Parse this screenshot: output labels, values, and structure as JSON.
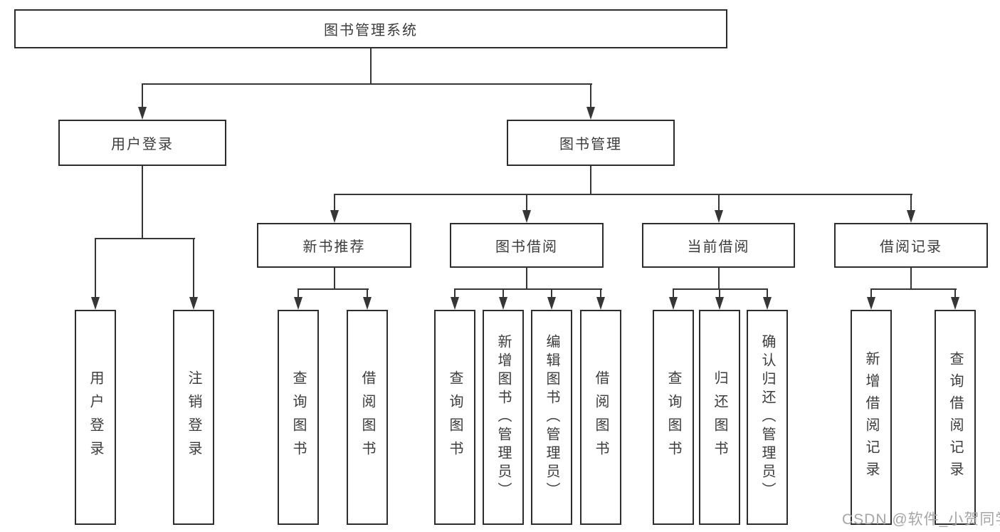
{
  "tree": {
    "label": "图书管理系统",
    "children": [
      {
        "label": "用户登录",
        "children": [
          {
            "label": "用户登录"
          },
          {
            "label": "注销登录"
          }
        ]
      },
      {
        "label": "图书管理",
        "children": [
          {
            "label": "新书推荐",
            "children": [
              {
                "label": "查询图书"
              },
              {
                "label": "借阅图书"
              }
            ]
          },
          {
            "label": "图书借阅",
            "children": [
              {
                "label": "查询图书"
              },
              {
                "label": "新增图书（管理员）"
              },
              {
                "label": "编辑图书（管理员）"
              },
              {
                "label": "借阅图书"
              }
            ]
          },
          {
            "label": "当前借阅",
            "children": [
              {
                "label": "查询图书"
              },
              {
                "label": "归还图书"
              },
              {
                "label": "确认归还（管理员）"
              }
            ]
          },
          {
            "label": "借阅记录",
            "children": [
              {
                "label": "新增借阅记录"
              },
              {
                "label": "查询借阅记录"
              }
            ]
          }
        ]
      }
    ]
  },
  "watermark": {
    "text": "CSDN @软件_小贺同学"
  },
  "colors": {
    "line": "#363636",
    "box_border": "#2d2d2d",
    "text": "#3c3c3c",
    "background": "#ffffff",
    "watermark": "#a6a6a6"
  }
}
